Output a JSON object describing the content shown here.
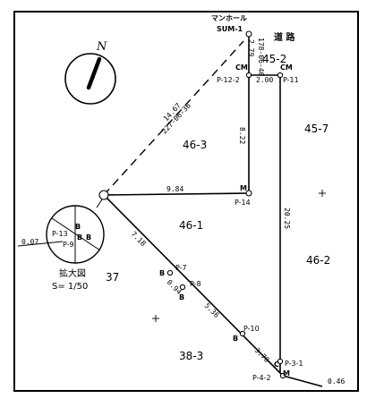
{
  "points": {
    "sum1": "SUM-1",
    "p12_2": "P-12-2",
    "p11": "P-11",
    "p14": "P-14",
    "p13": "P-13",
    "p9": "P-9",
    "p7": "P-7",
    "p8": "P-8",
    "p10": "P-10",
    "p3_1": "P-3-1",
    "p4_2": "P-4-2"
  },
  "markers": {
    "cm": "CM",
    "m": "M",
    "b": "B",
    "c": "C"
  },
  "dimensions": {
    "d_top_a": "178-06-40",
    "d_top_b": "2.79",
    "d_diag_a": "14.67",
    "d_diag_b": "227-06-36",
    "d_road": "2.00",
    "d_822": "8.22",
    "d_984": "9.84",
    "d_2025": "20.25",
    "d_718": "7.18",
    "d_094": "0.94",
    "d_536": "5.36",
    "d_370": "3.70",
    "d_007": "0.07",
    "d_046": "0.46"
  },
  "parcels": {
    "p45_2": "45-2",
    "p45_7": "45-7",
    "p46_3": "46-3",
    "p46_1": "46-1",
    "p46_2": "46-2",
    "p37": "37",
    "p38_3": "38-3"
  },
  "labels": {
    "manhole": "マンホール",
    "road": "道 路",
    "enlarged": "拡大図",
    "scale": "S= 1/50",
    "north": "N"
  }
}
